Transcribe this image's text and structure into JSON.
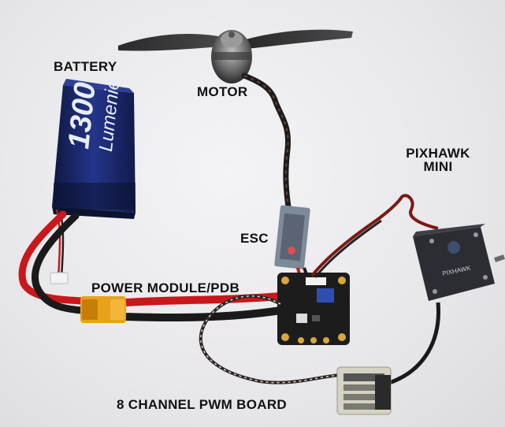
{
  "labels": {
    "battery": "BATTERY",
    "motor": "MOTOR",
    "pixhawk_line1": "PIXHAWK",
    "pixhawk_line2": "MINI",
    "esc": "ESC",
    "power_module": "POWER MODULE/PDB",
    "pwm_board": "8 CHANNEL PWM BOARD"
  },
  "battery_print": {
    "capacity": "1300",
    "brand": "Lumenier"
  },
  "pixhawk_print": "PIXHAWK",
  "colors": {
    "battery_wrap": "#1c2a6e",
    "xt60_connector": "#e8a21a",
    "power_wire_red": "#c8181c",
    "signal_wire": "#2a2422",
    "pcb": "#1c1c1c",
    "pixhawk_case": "#2b2d33"
  }
}
